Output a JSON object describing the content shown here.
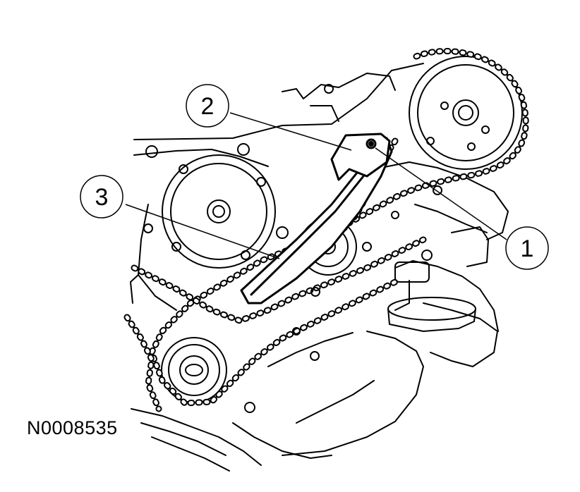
{
  "figure": {
    "id_label": "N0008535"
  },
  "callouts": [
    {
      "number": "1"
    },
    {
      "number": "2"
    },
    {
      "number": "3"
    }
  ],
  "colors": {
    "ink": "#000000",
    "paper": "#ffffff"
  }
}
